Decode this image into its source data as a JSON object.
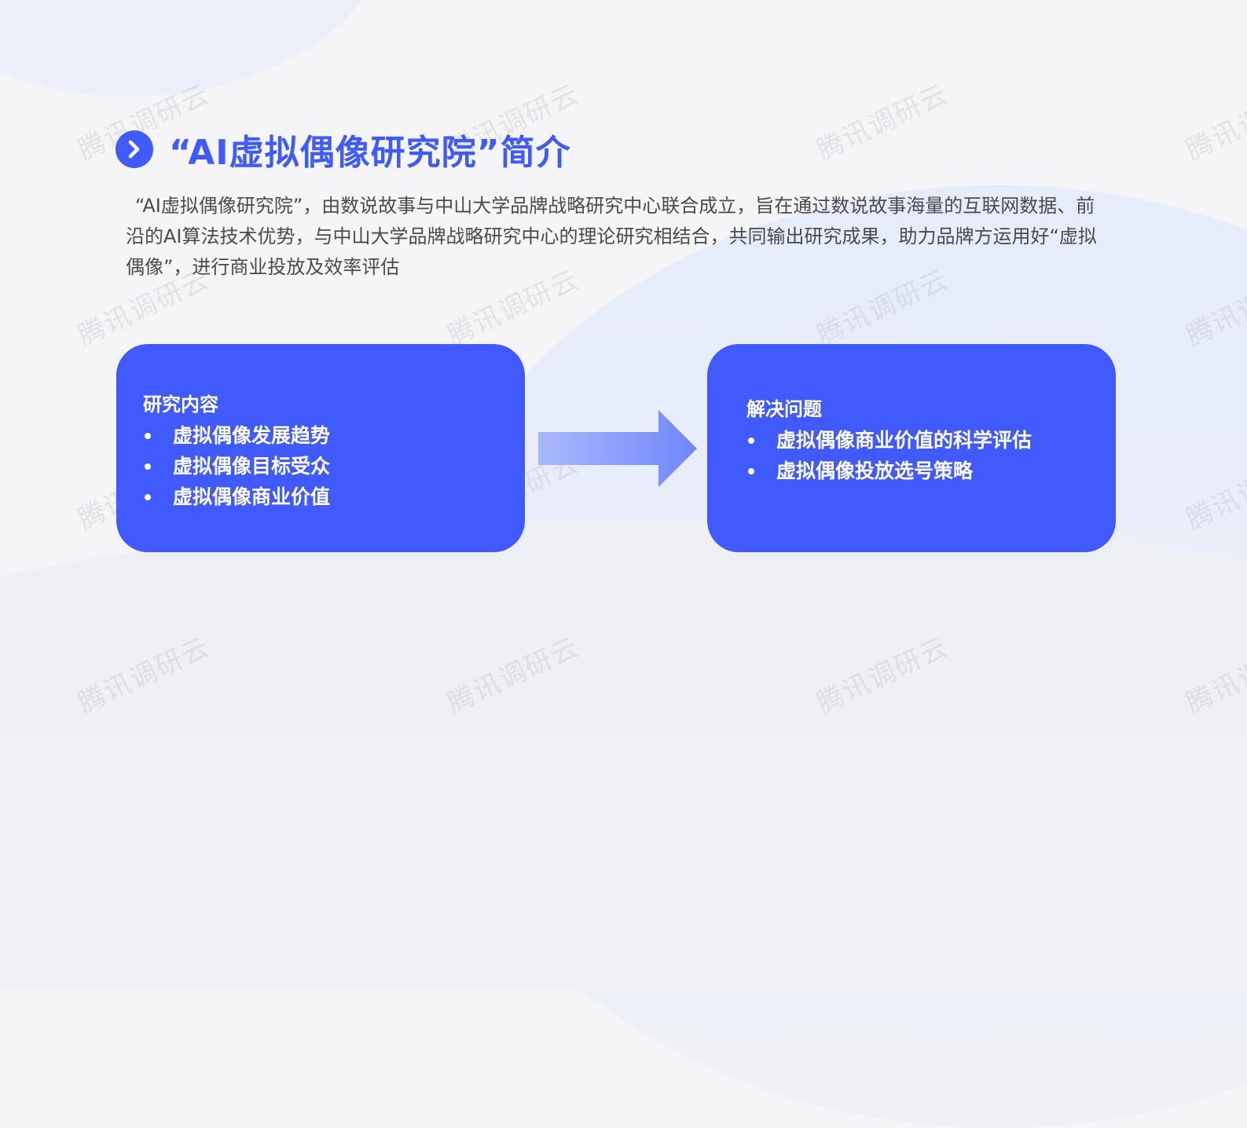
{
  "slide": {
    "title": "“AI虚拟偶像研究院”简介",
    "title_icon": "chevron-right-icon",
    "intro": "“AI虚拟偶像研究院”，由数说故事与中山大学品牌战略研究中心联合成立，旨在通过数说故事海量的互联网数据、前沿的AI算法技术优势，与中山大学品牌战略研究中心的理论研究相结合，共同输出研究成果，助力品牌方运用好“虚拟偶像”，进行商业投放及效率评估"
  },
  "left_card": {
    "heading": "研究内容",
    "items": [
      "虚拟偶像发展趋势",
      "虚拟偶像目标受众",
      "虚拟偶像商业价值"
    ]
  },
  "right_card": {
    "heading": "解决问题",
    "items": [
      "虚拟偶像商业价值的科学评估",
      "虚拟偶像投放选号策略"
    ]
  },
  "connector": {
    "icon": "arrow-right-icon"
  },
  "watermark": {
    "text": "腾讯调研云"
  },
  "colors": {
    "accent": "#3f5bfb",
    "card_bg": "#405afe",
    "body_text": "#4a4a4a",
    "background": "#f5f5f8"
  }
}
